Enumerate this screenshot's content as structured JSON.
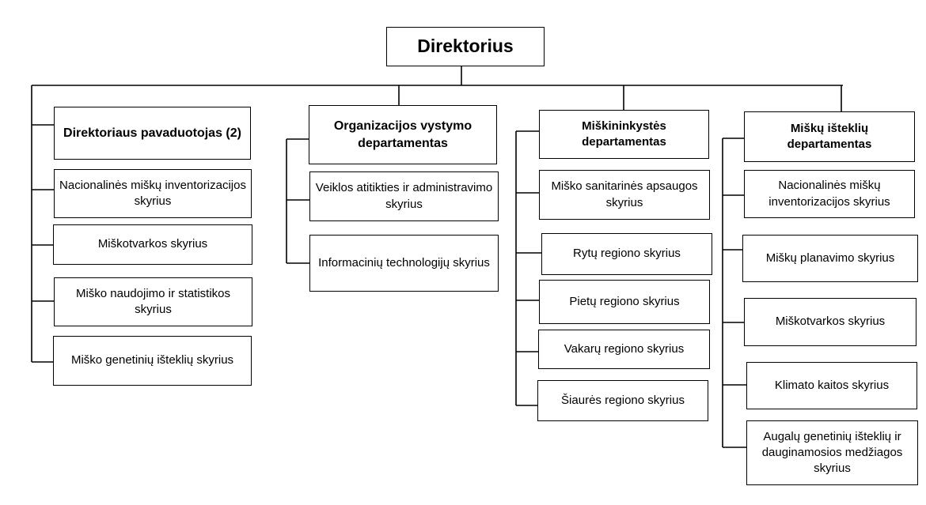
{
  "director": "Direktorius",
  "columns": [
    {
      "head": "Direktoriaus pavaduotojas (2)",
      "units": [
        "Nacionalinės miškų inventorizacijos skyrius",
        "Miškotvarkos skyrius",
        "Miško naudojimo ir statistikos skyrius",
        "Miško genetinių išteklių skyrius"
      ]
    },
    {
      "head": "Organizacijos vystymo departamentas",
      "units": [
        "Veiklos atitikties ir administravimo skyrius",
        "Informacinių technologijų skyrius"
      ]
    },
    {
      "head": "Miškininkystės departamentas",
      "units": [
        "Miško sanitarinės apsaugos skyrius",
        "Rytų regiono skyrius",
        "Pietų regiono skyrius",
        "Vakarų regiono skyrius",
        "Šiaurės regiono skyrius"
      ]
    },
    {
      "head": "Miškų išteklių departamentas",
      "units": [
        "Nacionalinės miškų inventorizacijos skyrius",
        "Miškų planavimo skyrius",
        "Miškotvarkos skyrius",
        "Klimato kaitos skyrius",
        "Augalų genetinių išteklių ir dauginamosios medžiagos skyrius"
      ]
    }
  ]
}
